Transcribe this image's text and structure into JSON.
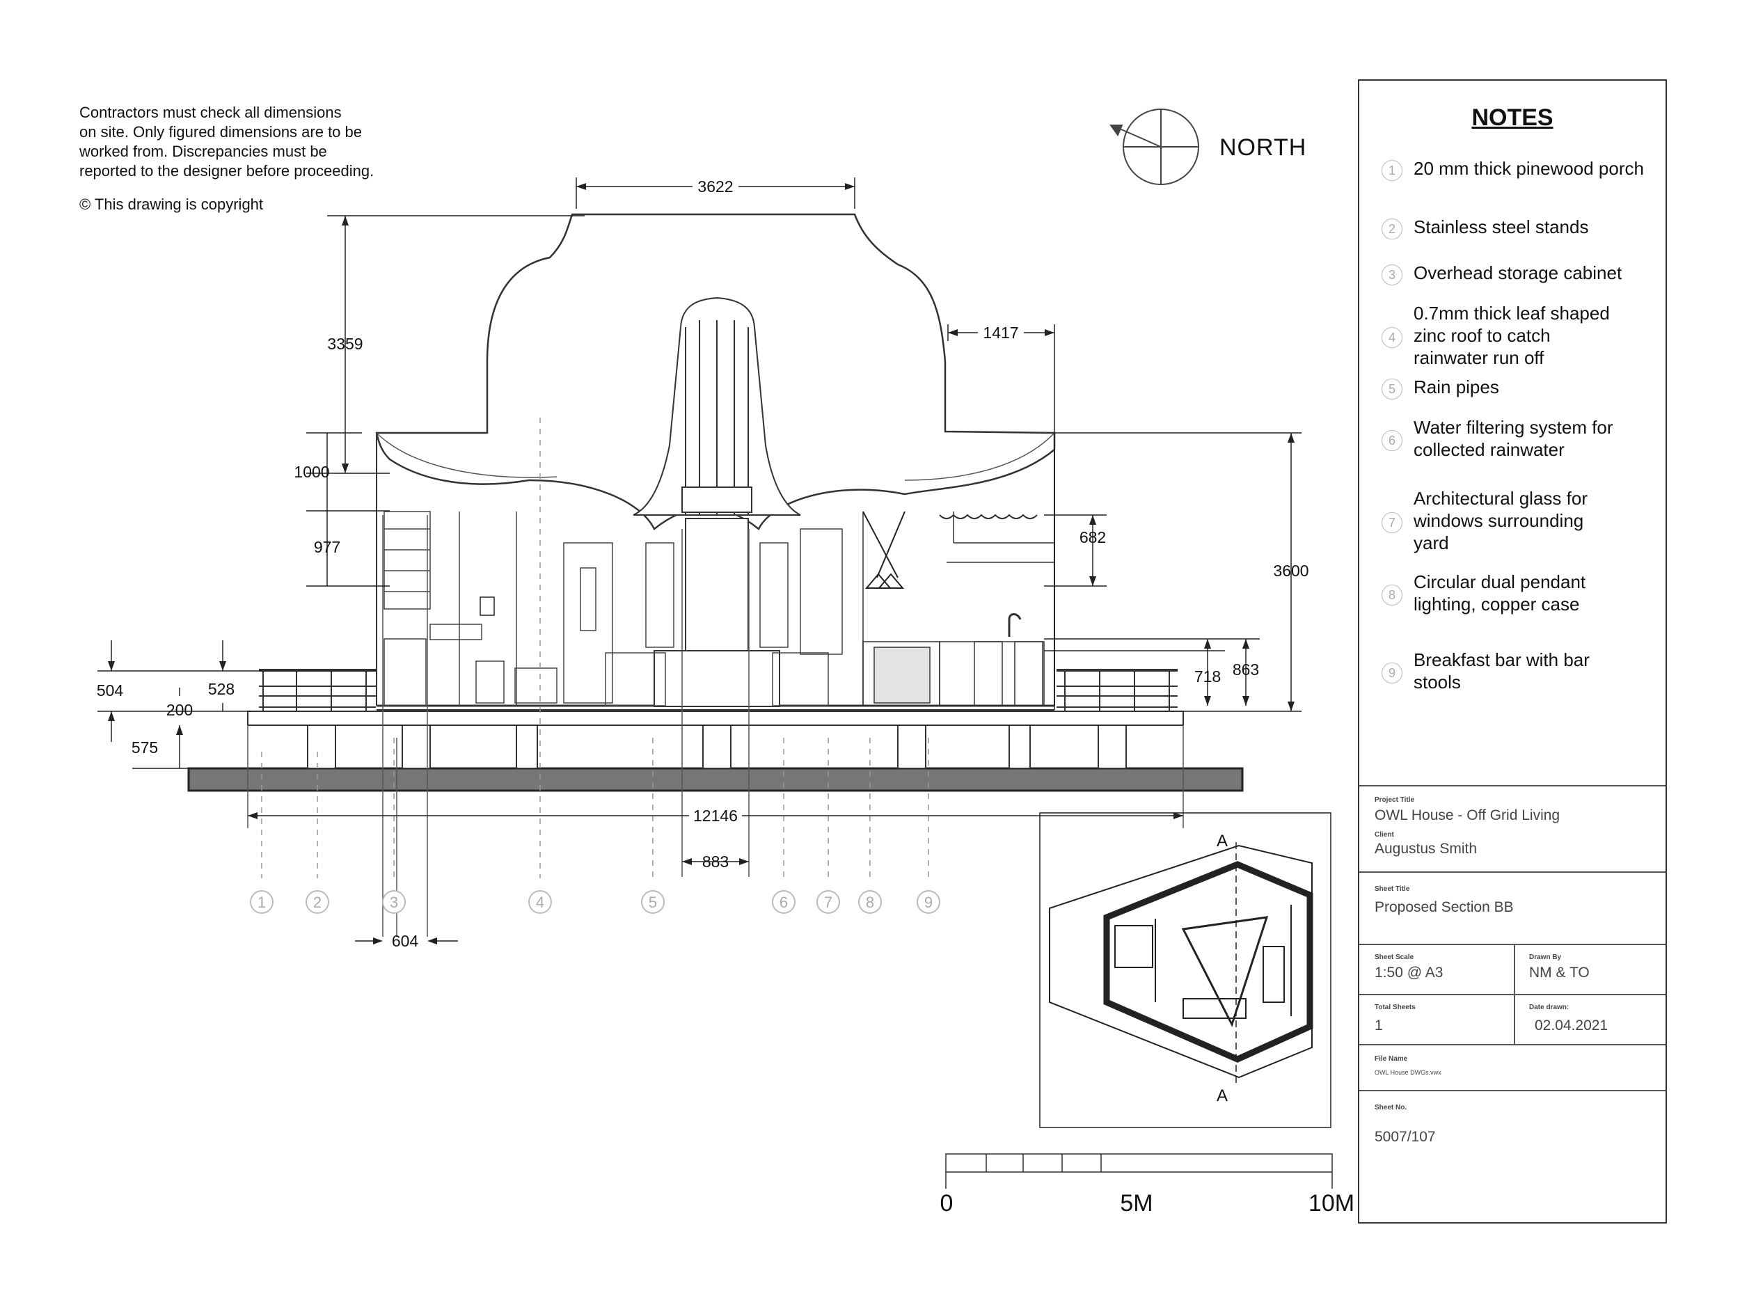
{
  "disclaimer": {
    "line1": "Contractors must check all dimensions",
    "line2": "on site. Only figured dimensions are to be",
    "line3": "worked from. Discrepancies must be",
    "line4": "reported to the designer before proceeding.",
    "copyright": "© This drawing is copyright"
  },
  "north_label": "NORTH",
  "dimensions": {
    "d3622": "3622",
    "d3359": "3359",
    "d1417": "1417",
    "d1000": "1000",
    "d977": "977",
    "d682": "682",
    "d3600": "3600",
    "d504": "504",
    "d528": "528",
    "d200": "200",
    "d575": "575",
    "d718": "718",
    "d863": "863",
    "d12146": "12146",
    "d883": "883",
    "d604": "604"
  },
  "grid_markers": [
    "1",
    "2",
    "3",
    "4",
    "5",
    "6",
    "7",
    "8",
    "9"
  ],
  "plan_markers": {
    "top": "A",
    "bottom": "A"
  },
  "scale_bar": {
    "start": "0",
    "mid": "5M",
    "end": "10M"
  },
  "notes": {
    "title": "NOTES",
    "items": [
      {
        "num": "1",
        "text": "20 mm thick pinewood porch"
      },
      {
        "num": "2",
        "text": "Stainless steel stands"
      },
      {
        "num": "3",
        "text": "Overhead storage cabinet"
      },
      {
        "num": "4",
        "text": "0.7mm thick leaf shaped zinc roof to catch rainwater run off"
      },
      {
        "num": "5",
        "text": "Rain pipes"
      },
      {
        "num": "6",
        "text": "Water filtering system for collected rainwater"
      },
      {
        "num": "7",
        "text": "Architectural glass for windows surrounding yard"
      },
      {
        "num": "8",
        "text": "Circular dual pendant lighting, copper case"
      },
      {
        "num": "9",
        "text": "Breakfast bar with bar stools"
      }
    ]
  },
  "title_block": {
    "project_title_label": "Project Title",
    "project_title": "OWL House - Off Grid Living",
    "client_label": "Client",
    "client": "Augustus Smith",
    "sheet_title_label": "Sheet Title",
    "sheet_title": "Proposed Section BB",
    "sheet_scale_label": "Sheet Scale",
    "sheet_scale": "1:50 @ A3",
    "drawn_by_label": "Drawn By",
    "drawn_by": "NM & TO",
    "total_sheets_label": "Total Sheets",
    "total_sheets": "1",
    "date_drawn_label": "Date drawn:",
    "date_drawn": "02.04.2021",
    "file_name_label": "File Name",
    "file_name": "OWL House DWGs.vwx",
    "sheet_no_label": "Sheet No.",
    "sheet_no": "5007/107"
  }
}
